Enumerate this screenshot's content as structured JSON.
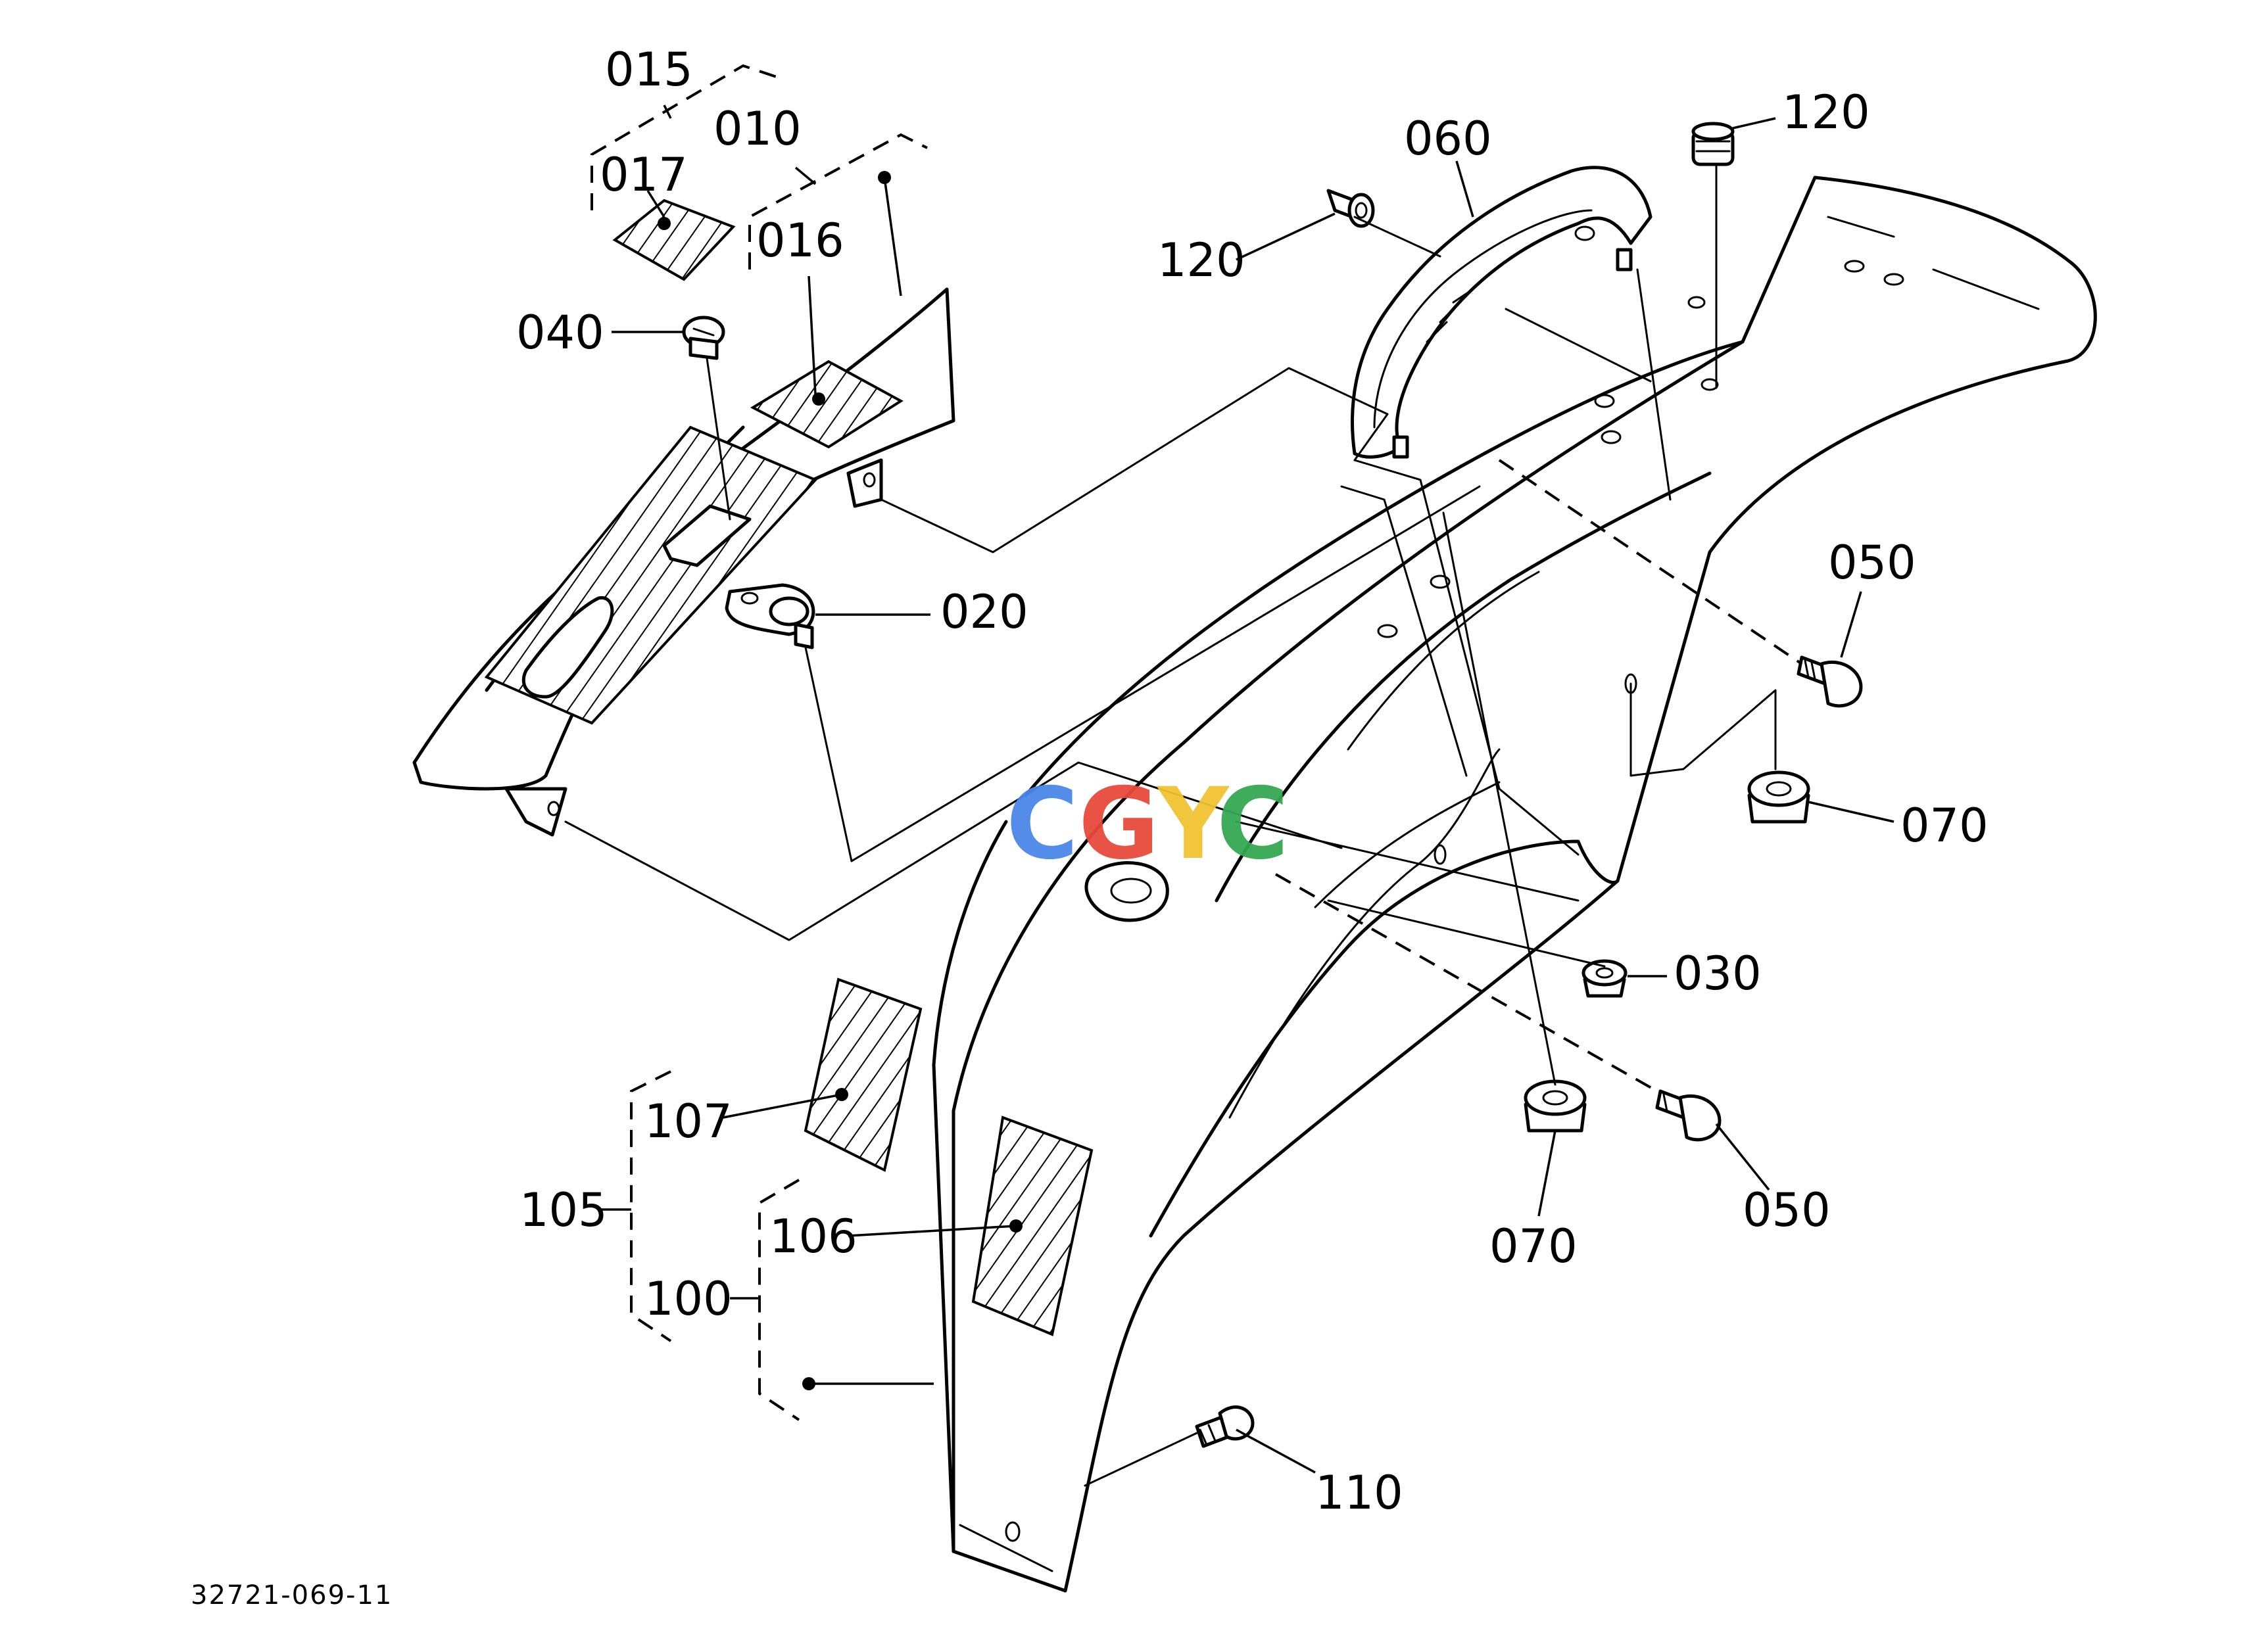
{
  "diagram": {
    "drawing_number": "32721-069-11",
    "watermark": {
      "letters": [
        "C",
        "G",
        "Y",
        "C"
      ],
      "colors": [
        "#4a86e8",
        "#e84a3c",
        "#f1c232",
        "#34a853"
      ]
    },
    "callouts": {
      "p015": "015",
      "p010": "010",
      "p017": "017",
      "p016": "016",
      "p040": "040",
      "p020": "020",
      "p060": "060",
      "p120a": "120",
      "p120b": "120",
      "p050a": "050",
      "p070a": "070",
      "p030": "030",
      "p070b": "070",
      "p050b": "050",
      "p107": "107",
      "p105": "105",
      "p106": "106",
      "p100": "100",
      "p110": "110"
    }
  }
}
